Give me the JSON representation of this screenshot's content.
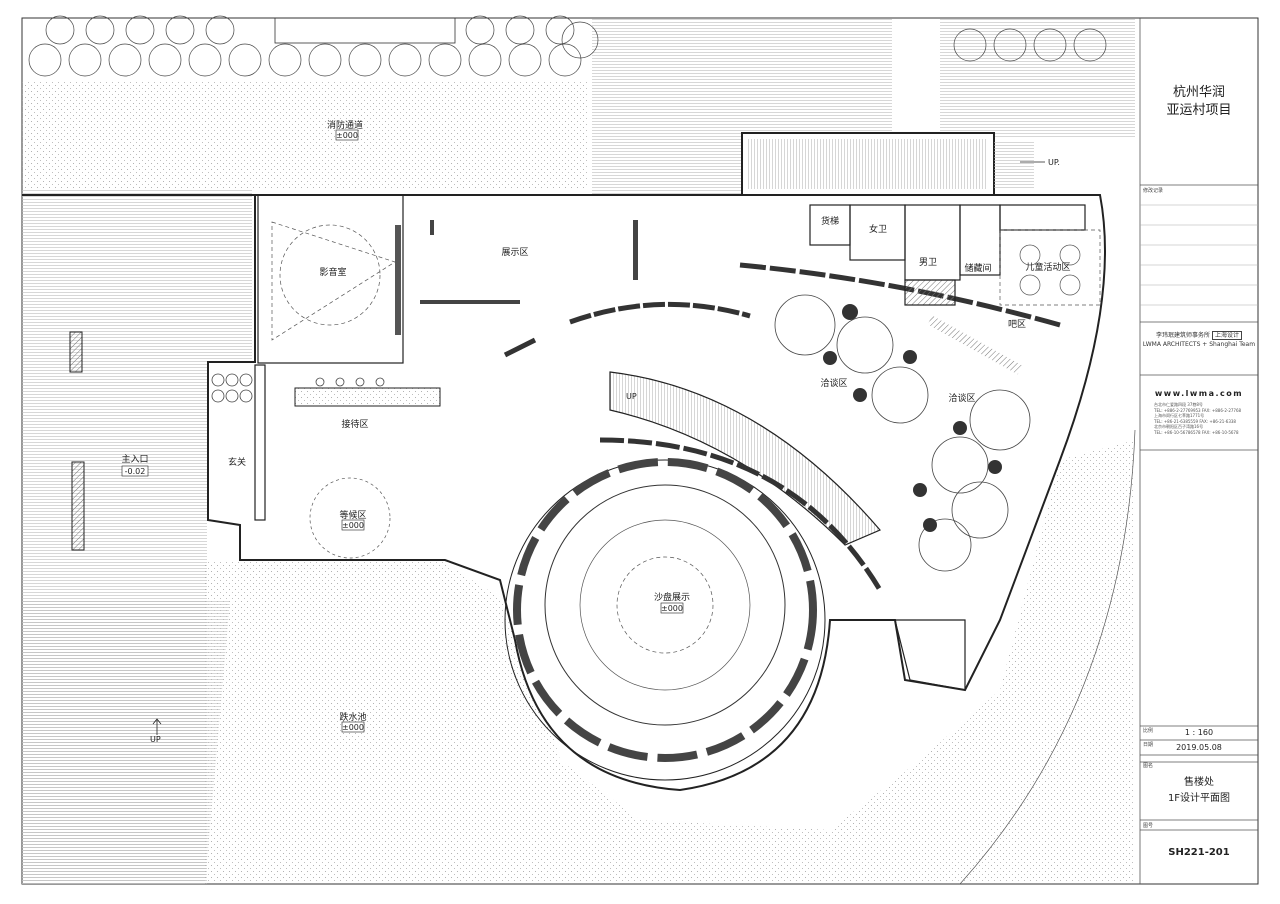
{
  "project": {
    "line1": "杭州华润",
    "line2": "亚运村项目"
  },
  "titleblock": {
    "revision_header": "修改记录",
    "firm_cn": "李玮珉建筑师事务所",
    "firm_office": "上海设计",
    "firm_en": "LWMA  ARCHITECTS + Shanghai Team",
    "website": "www.lwma.com",
    "addresses": [
      "台北市仁爱路四段 37巷8号",
      "TEL: +886-2-27769953   FAX: +886-2-27768",
      "上海市闵行区七莘路1771号",
      "TEL: +86-21-6385559    FAX: +86-21-6338",
      "北京市朝阳区百子湾路16号",
      "TEL: +86-10-56786578   FAX: +86-10-5678"
    ],
    "scale_label": "比例",
    "scale": "1 : 160",
    "date_label": "日期",
    "date": "2019.05.08",
    "name_label": "图名",
    "drawing_line1": "售楼处",
    "drawing_line2": "1F设计平面图",
    "number_label": "图号",
    "drawing_number": "SH221-201"
  },
  "rooms": {
    "fire_lane": "消防通道",
    "fire_lane_level": "±000",
    "theater": "影音室",
    "exhibition": "展示区",
    "female_wc": "女卫",
    "male_wc": "男卫",
    "elevator": "货梯",
    "storage": "储藏间",
    "kids": "儿童活动区",
    "bar": "吧区",
    "nego1": "洽谈区",
    "nego2": "洽谈区",
    "reception": "接待区",
    "foyer": "玄关",
    "waiting": "等候区",
    "waiting_level": "±000",
    "sandtable": "沙盘展示",
    "sandtable_level": "±000",
    "main_entry": "主入口",
    "main_entry_level": "-0.02",
    "water": "跌水池",
    "water_level": "±000",
    "up1": "UP.",
    "up2": "UP",
    "up3": "UP"
  },
  "colors": {
    "line": "#222222",
    "hatch": "#888888",
    "fill_dark": "#555555"
  },
  "icons": [
    "tree-icon",
    "chair-icon",
    "north-arrow-icon"
  ]
}
